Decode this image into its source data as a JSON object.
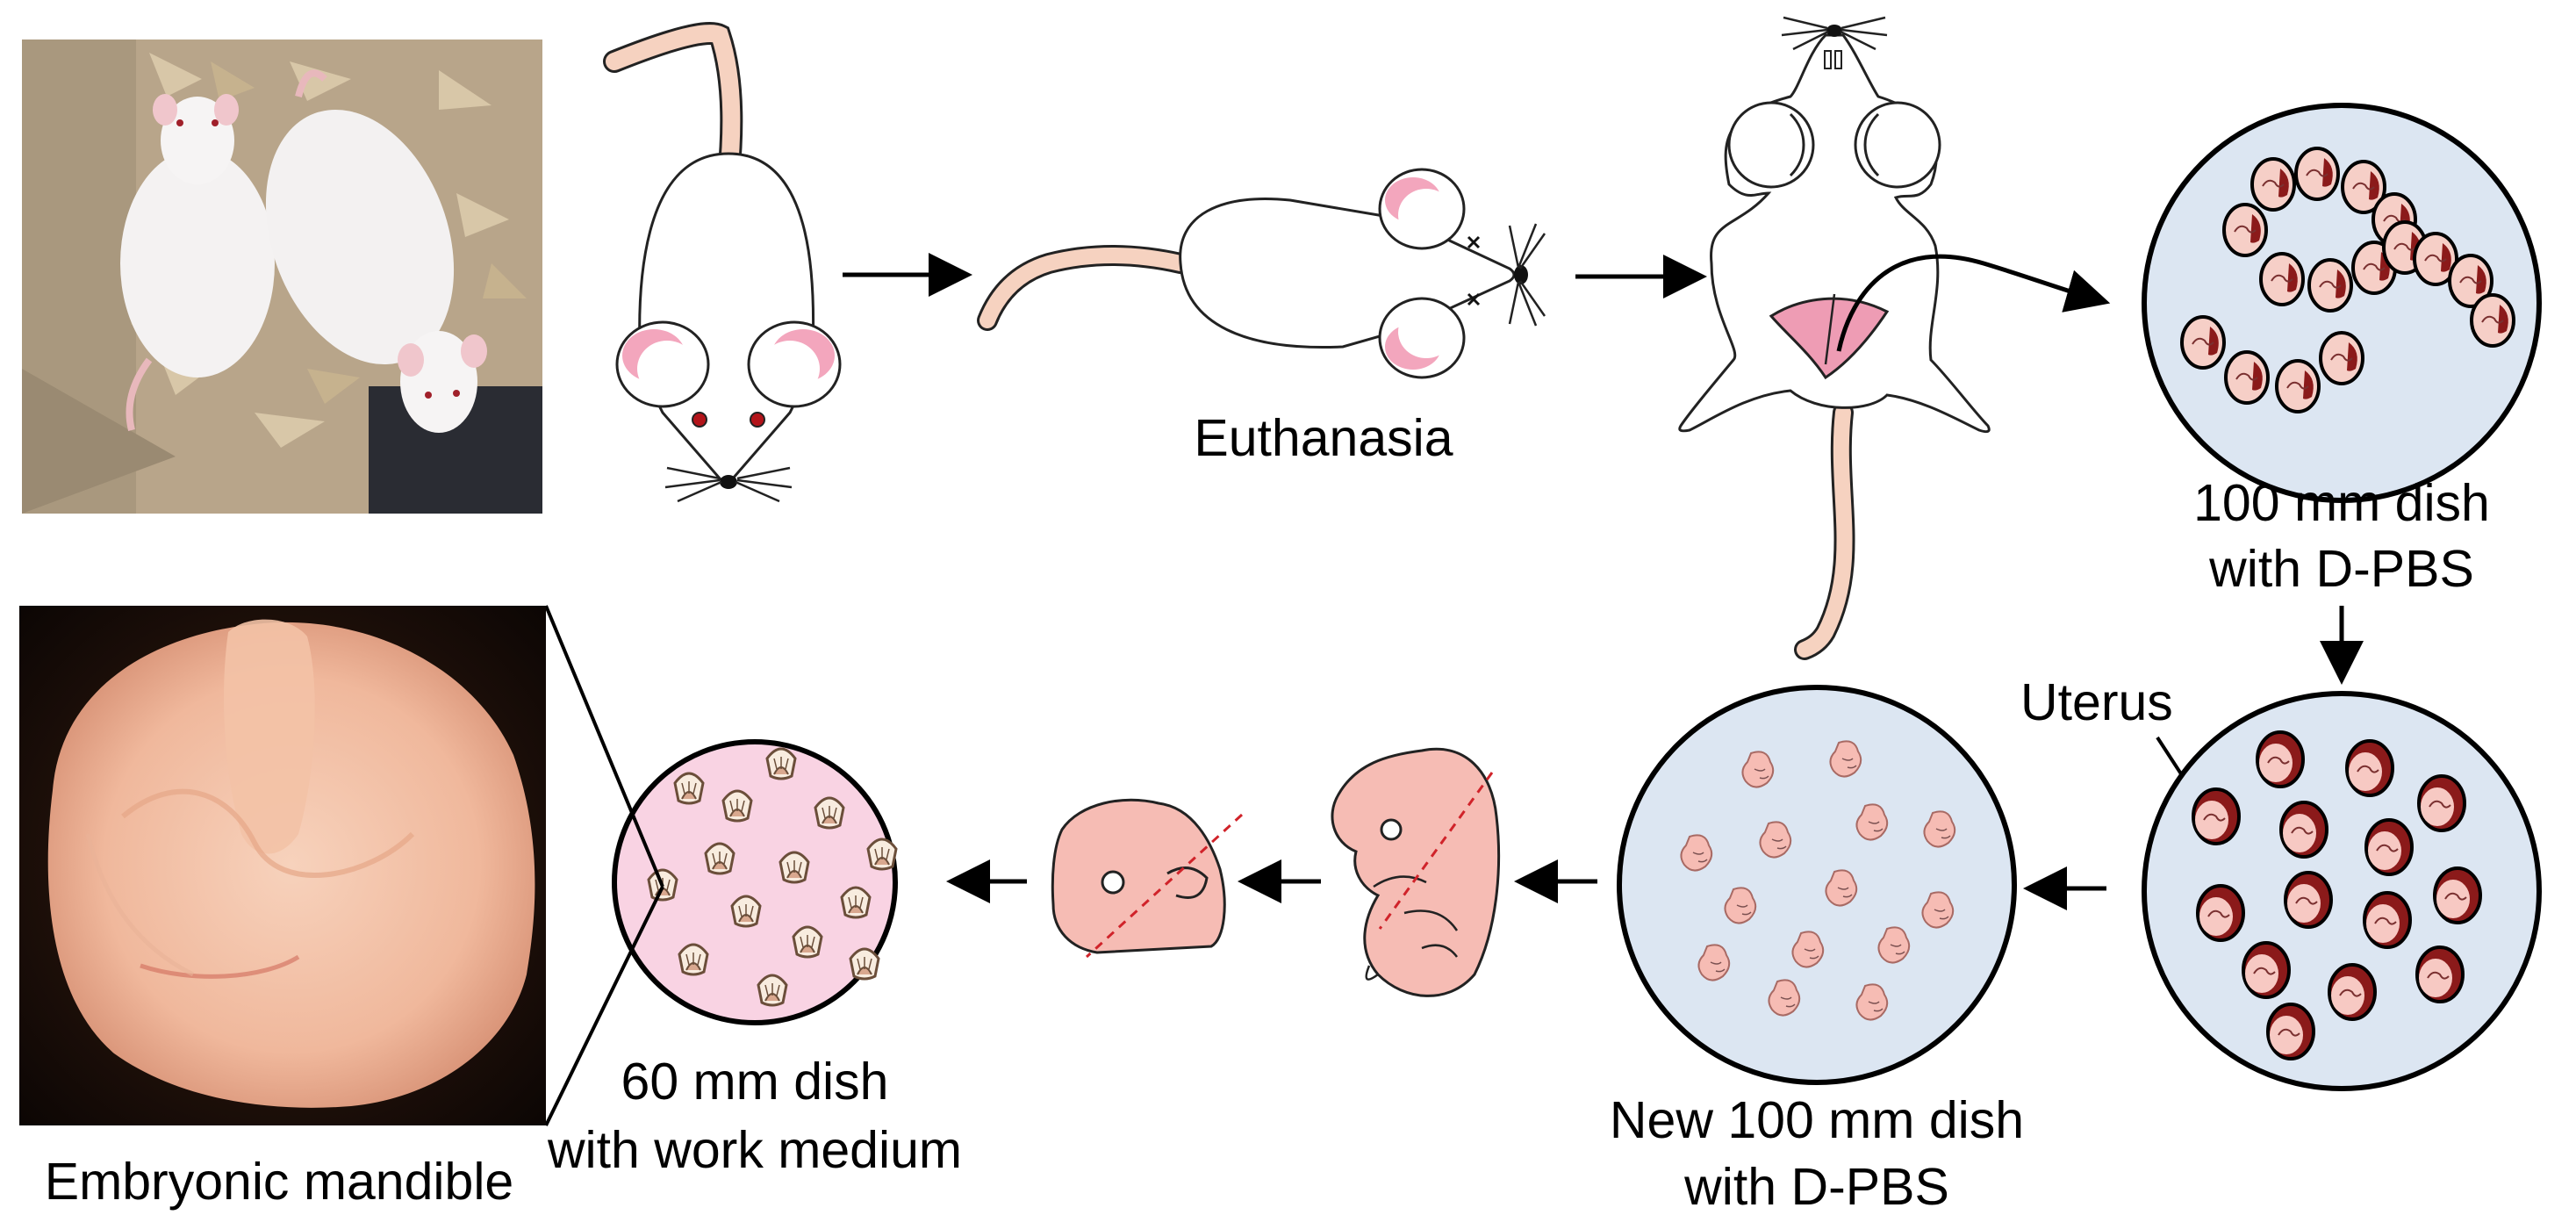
{
  "labels": {
    "euthanasia": "Euthanasia",
    "dish1_line1": "100 mm dish",
    "dish1_line2": "with D-PBS",
    "uterus": "Uterus",
    "dish3_line1": "New 100 mm dish",
    "dish3_line2": "with D-PBS",
    "dish4_line1": "60 mm dish",
    "dish4_line2": "with work medium",
    "mandible": "Embryonic mandible"
  },
  "colors": {
    "dish_blue": "#dce6f2",
    "dish_pink": "#f9d3e3",
    "embryo_pink": "#f6bcb4",
    "uterus_dark": "#8b1a1a",
    "ear_pink": "#f3a6bd",
    "tail": "#f6d2c0",
    "cut_line": "#d0232a"
  },
  "icons": {
    "photo_mice": "photo-mice",
    "photo_mandible": "photo-embryonic-mandible"
  }
}
